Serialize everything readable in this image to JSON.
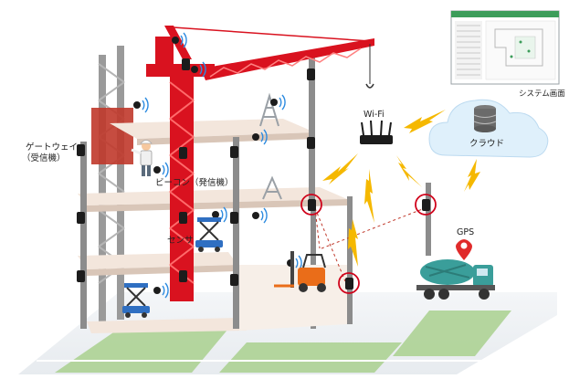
{
  "labels": {
    "gateway_line1": "ゲートウェイ",
    "gateway_line2": "（受信機）",
    "beacon": "ビーコン（発信機）",
    "sensor": "センサ",
    "wifi": "Wi-Fi",
    "cloud": "クラウド",
    "system_screen": "システム画面",
    "gps": "GPS"
  },
  "colors": {
    "crane": "#d9121f",
    "building_floor": "#f3e6dc",
    "column": "#8c8c8c",
    "ground_green": "#a9d08e",
    "road": "#eef1f4",
    "lightning": "#f5b800",
    "cloud": "#dff0fb",
    "highlight_ring": "#d0021b",
    "gps_pin": "#e02b2b",
    "truck": "#3a9e9a",
    "forklift": "#ea6d19",
    "lift": "#2f6fc2"
  },
  "icons": [
    "gateway-icon",
    "beacon-icon",
    "wifi-router-icon",
    "database-icon",
    "cloud-icon",
    "gps-pin-icon",
    "forklift-icon",
    "mixer-truck-icon",
    "scissor-lift-icon",
    "worker-icon",
    "tower-crane-icon",
    "lightning-icon"
  ]
}
